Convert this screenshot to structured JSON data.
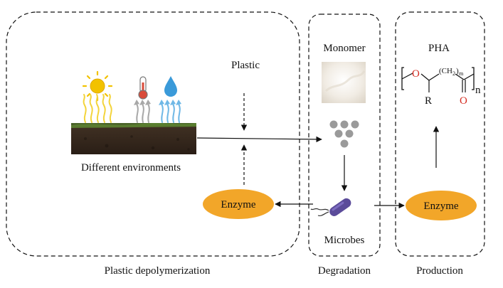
{
  "panels": {
    "left_caption": "Plastic depolymerization",
    "middle_caption": "Degradation",
    "right_caption": "Production"
  },
  "labels": {
    "plastic": "Plastic",
    "environments": "Different environments",
    "monomer": "Monomer",
    "microbes": "Microbes",
    "pha": "PHA"
  },
  "enzymes": {
    "left": "Enzyme",
    "right": "Enzyme"
  },
  "chem": {
    "oxygen_ring": "O",
    "r_group": "R",
    "ch2_main": "(CH",
    "ch2_sub": "2",
    "ch2_close": ")",
    "ch2_m": "m",
    "carbonyl_o": "O",
    "repeat_n": "n"
  },
  "icons": [
    "sun-icon",
    "thermometer-icon",
    "water-drop-icon",
    "soil-image",
    "powder-image",
    "monomer-dots-icon",
    "bacterium-icon"
  ],
  "colors": {
    "enzyme_fill": "#F2A629",
    "oxygen_red": "#D42A1F",
    "sun_yellow": "#F2C200",
    "thermo_red": "#D94B3A",
    "drop_blue": "#3A9AD9",
    "bacterium_purple": "#5B4B9A"
  }
}
